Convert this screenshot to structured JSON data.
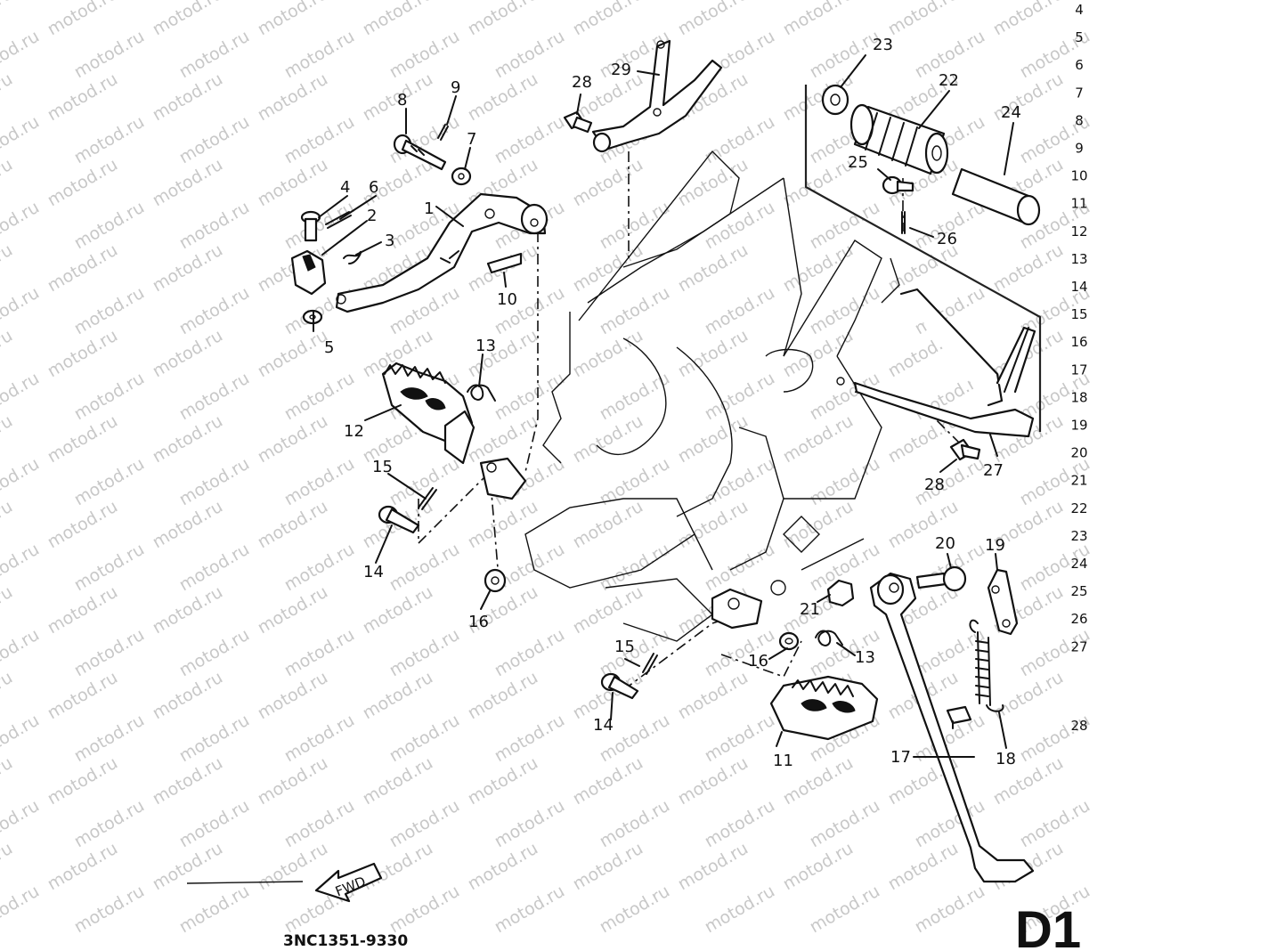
{
  "watermark": {
    "text": "motod.ru",
    "color": "#c8c8c8"
  },
  "callouts": [
    {
      "id": "1",
      "label": "1"
    },
    {
      "id": "2",
      "label": "2"
    },
    {
      "id": "3",
      "label": "3"
    },
    {
      "id": "4",
      "label": "4"
    },
    {
      "id": "5",
      "label": "5"
    },
    {
      "id": "6",
      "label": "6"
    },
    {
      "id": "7",
      "label": "7"
    },
    {
      "id": "8",
      "label": "8"
    },
    {
      "id": "9",
      "label": "9"
    },
    {
      "id": "10",
      "label": "10"
    },
    {
      "id": "11",
      "label": "11"
    },
    {
      "id": "12",
      "label": "12"
    },
    {
      "id": "13a",
      "label": "13"
    },
    {
      "id": "13b",
      "label": "13"
    },
    {
      "id": "14a",
      "label": "14"
    },
    {
      "id": "14b",
      "label": "14"
    },
    {
      "id": "15a",
      "label": "15"
    },
    {
      "id": "15b",
      "label": "15"
    },
    {
      "id": "16a",
      "label": "16"
    },
    {
      "id": "16b",
      "label": "16"
    },
    {
      "id": "17",
      "label": "17"
    },
    {
      "id": "18",
      "label": "18"
    },
    {
      "id": "19",
      "label": "19"
    },
    {
      "id": "20",
      "label": "20"
    },
    {
      "id": "21",
      "label": "21"
    },
    {
      "id": "22",
      "label": "22"
    },
    {
      "id": "23",
      "label": "23"
    },
    {
      "id": "24",
      "label": "24"
    },
    {
      "id": "25",
      "label": "25"
    },
    {
      "id": "26",
      "label": "26"
    },
    {
      "id": "27",
      "label": "27"
    },
    {
      "id": "28a",
      "label": "28"
    },
    {
      "id": "28b",
      "label": "28"
    },
    {
      "id": "29",
      "label": "29"
    }
  ],
  "reference_numbers": [
    "4",
    "5",
    "6",
    "7",
    "8",
    "9",
    "10",
    "11",
    "12",
    "13",
    "14",
    "15",
    "16",
    "17",
    "18",
    "19",
    "20",
    "21",
    "22",
    "23",
    "24",
    "25",
    "26",
    "27",
    "28"
  ],
  "fwd_label": "FWD",
  "diagram_code": "3NC1351-9330",
  "plate_label": "D1"
}
